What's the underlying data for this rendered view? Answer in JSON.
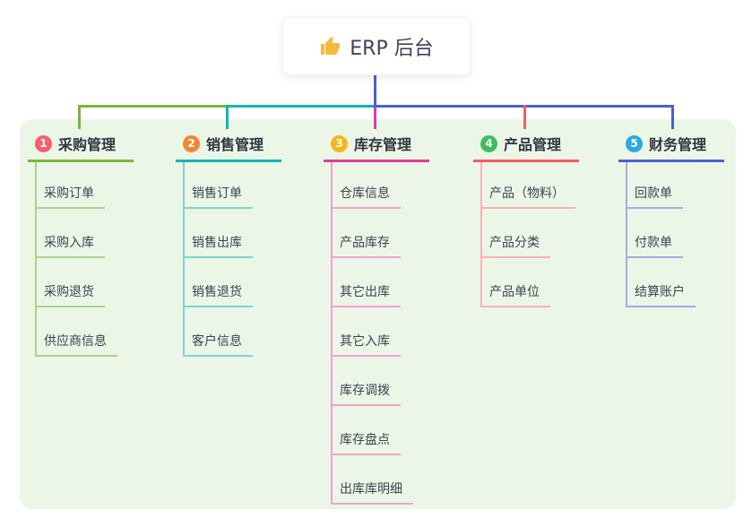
{
  "root": {
    "title": "ERP 后台",
    "icon": "thumbs-up-icon",
    "icon_color": "#F6B93C"
  },
  "connector_color": "#4A5FD0",
  "panel_color": "#EBF6E7",
  "branches": [
    {
      "badge": "1",
      "badge_color": "#F5606B",
      "title": "采购管理",
      "line_color": "#7CB43E",
      "child_line_color": "#A9D489",
      "children": [
        "采购订单",
        "采购入库",
        "采购退货",
        "供应商信息"
      ]
    },
    {
      "badge": "2",
      "badge_color": "#F58633",
      "title": "销售管理",
      "line_color": "#14B5B0",
      "child_line_color": "#7CD5CF",
      "children": [
        "销售订单",
        "销售出库",
        "销售退货",
        "客户信息"
      ]
    },
    {
      "badge": "3",
      "badge_color": "#F7B61B",
      "title": "库存管理",
      "line_color": "#DA3E9B",
      "child_line_color": "#F2A0CB",
      "children": [
        "仓库信息",
        "产品库存",
        "其它出库",
        "其它入库",
        "库存调拨",
        "库存盘点",
        "出库库明细"
      ]
    },
    {
      "badge": "4",
      "badge_color": "#3FBC5F",
      "title": "产品管理",
      "line_color": "#F55B66",
      "child_line_color": "#FAAFB4",
      "children": [
        "产品（物料）",
        "产品分类",
        "产品单位"
      ]
    },
    {
      "badge": "5",
      "badge_color": "#2BA9E0",
      "title": "财务管理",
      "line_color": "#4A5FD0",
      "child_line_color": "#9FAEE3",
      "children": [
        "回款单",
        "付款单",
        "结算账户"
      ]
    }
  ]
}
